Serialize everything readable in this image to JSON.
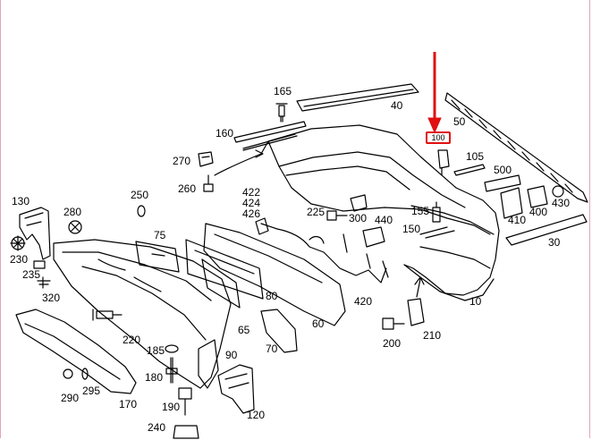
{
  "diagram": {
    "highlight_color": "#e01010",
    "line_color": "#000000",
    "frame_color": "#e6a4b4",
    "highlight": {
      "label": "100"
    },
    "labels": {
      "l10": "10",
      "l30": "30",
      "l40": "40",
      "l50": "50",
      "l60": "60",
      "l65": "65",
      "l70": "70",
      "l75": "75",
      "l80": "80",
      "l90": "90",
      "l105": "105",
      "l120": "120",
      "l130": "130",
      "l150": "150",
      "l155": "155",
      "l160": "160",
      "l165": "165",
      "l170": "170",
      "l180": "180",
      "l185": "185",
      "l190": "190",
      "l200": "200",
      "l210": "210",
      "l220": "220",
      "l225": "225",
      "l230": "230",
      "l235": "235",
      "l240": "240",
      "l250": "250",
      "l260": "260",
      "l270": "270",
      "l280": "280",
      "l290": "290",
      "l295": "295",
      "l300": "300",
      "l320": "320",
      "l400": "400",
      "l410": "410",
      "l420": "420",
      "l422": "422",
      "l424": "424",
      "l426": "426",
      "l430": "430",
      "l440": "440",
      "l500": "500"
    }
  }
}
